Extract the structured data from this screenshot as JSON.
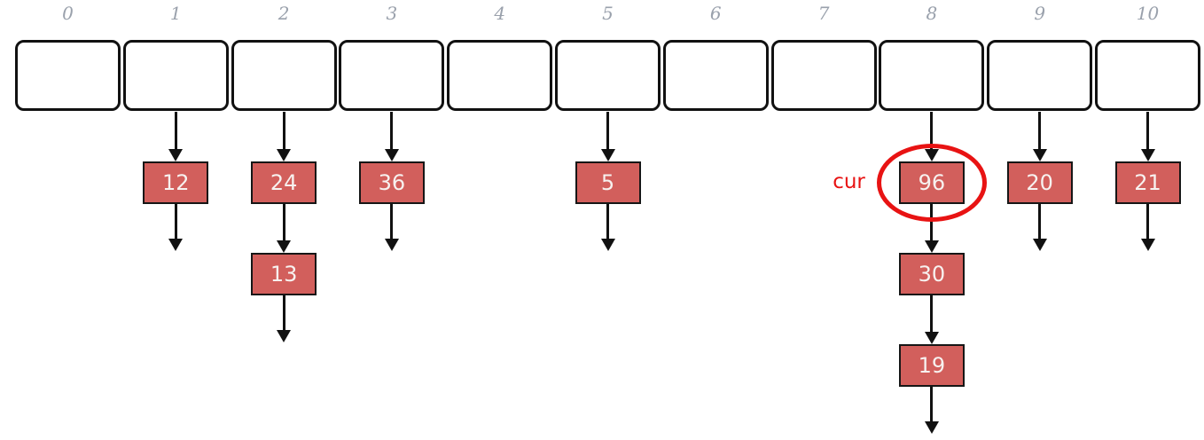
{
  "diagram": {
    "type": "hash-table-separate-chaining",
    "buckets": [
      {
        "index": "0",
        "chain": []
      },
      {
        "index": "1",
        "chain": [
          "12"
        ]
      },
      {
        "index": "2",
        "chain": [
          "24",
          "13"
        ]
      },
      {
        "index": "3",
        "chain": [
          "36"
        ]
      },
      {
        "index": "4",
        "chain": []
      },
      {
        "index": "5",
        "chain": [
          "5"
        ]
      },
      {
        "index": "6",
        "chain": []
      },
      {
        "index": "7",
        "chain": []
      },
      {
        "index": "8",
        "chain": [
          "96",
          "30",
          "19"
        ]
      },
      {
        "index": "9",
        "chain": [
          "20"
        ]
      },
      {
        "index": "10",
        "chain": [
          "21"
        ]
      }
    ],
    "annotation": {
      "label": "cur",
      "target_bucket": 8,
      "target_node_index": 0,
      "target_value": "96"
    },
    "colors": {
      "background": "#ffffff",
      "bucket_fill": "#ffffff",
      "bucket_border": "#111111",
      "node_fill": "#d25f5c",
      "node_border": "#161616",
      "node_text": "#f7f1ef",
      "index_label": "#9aa1ac",
      "arrow": "#111111",
      "annotation": "#e81313"
    }
  }
}
